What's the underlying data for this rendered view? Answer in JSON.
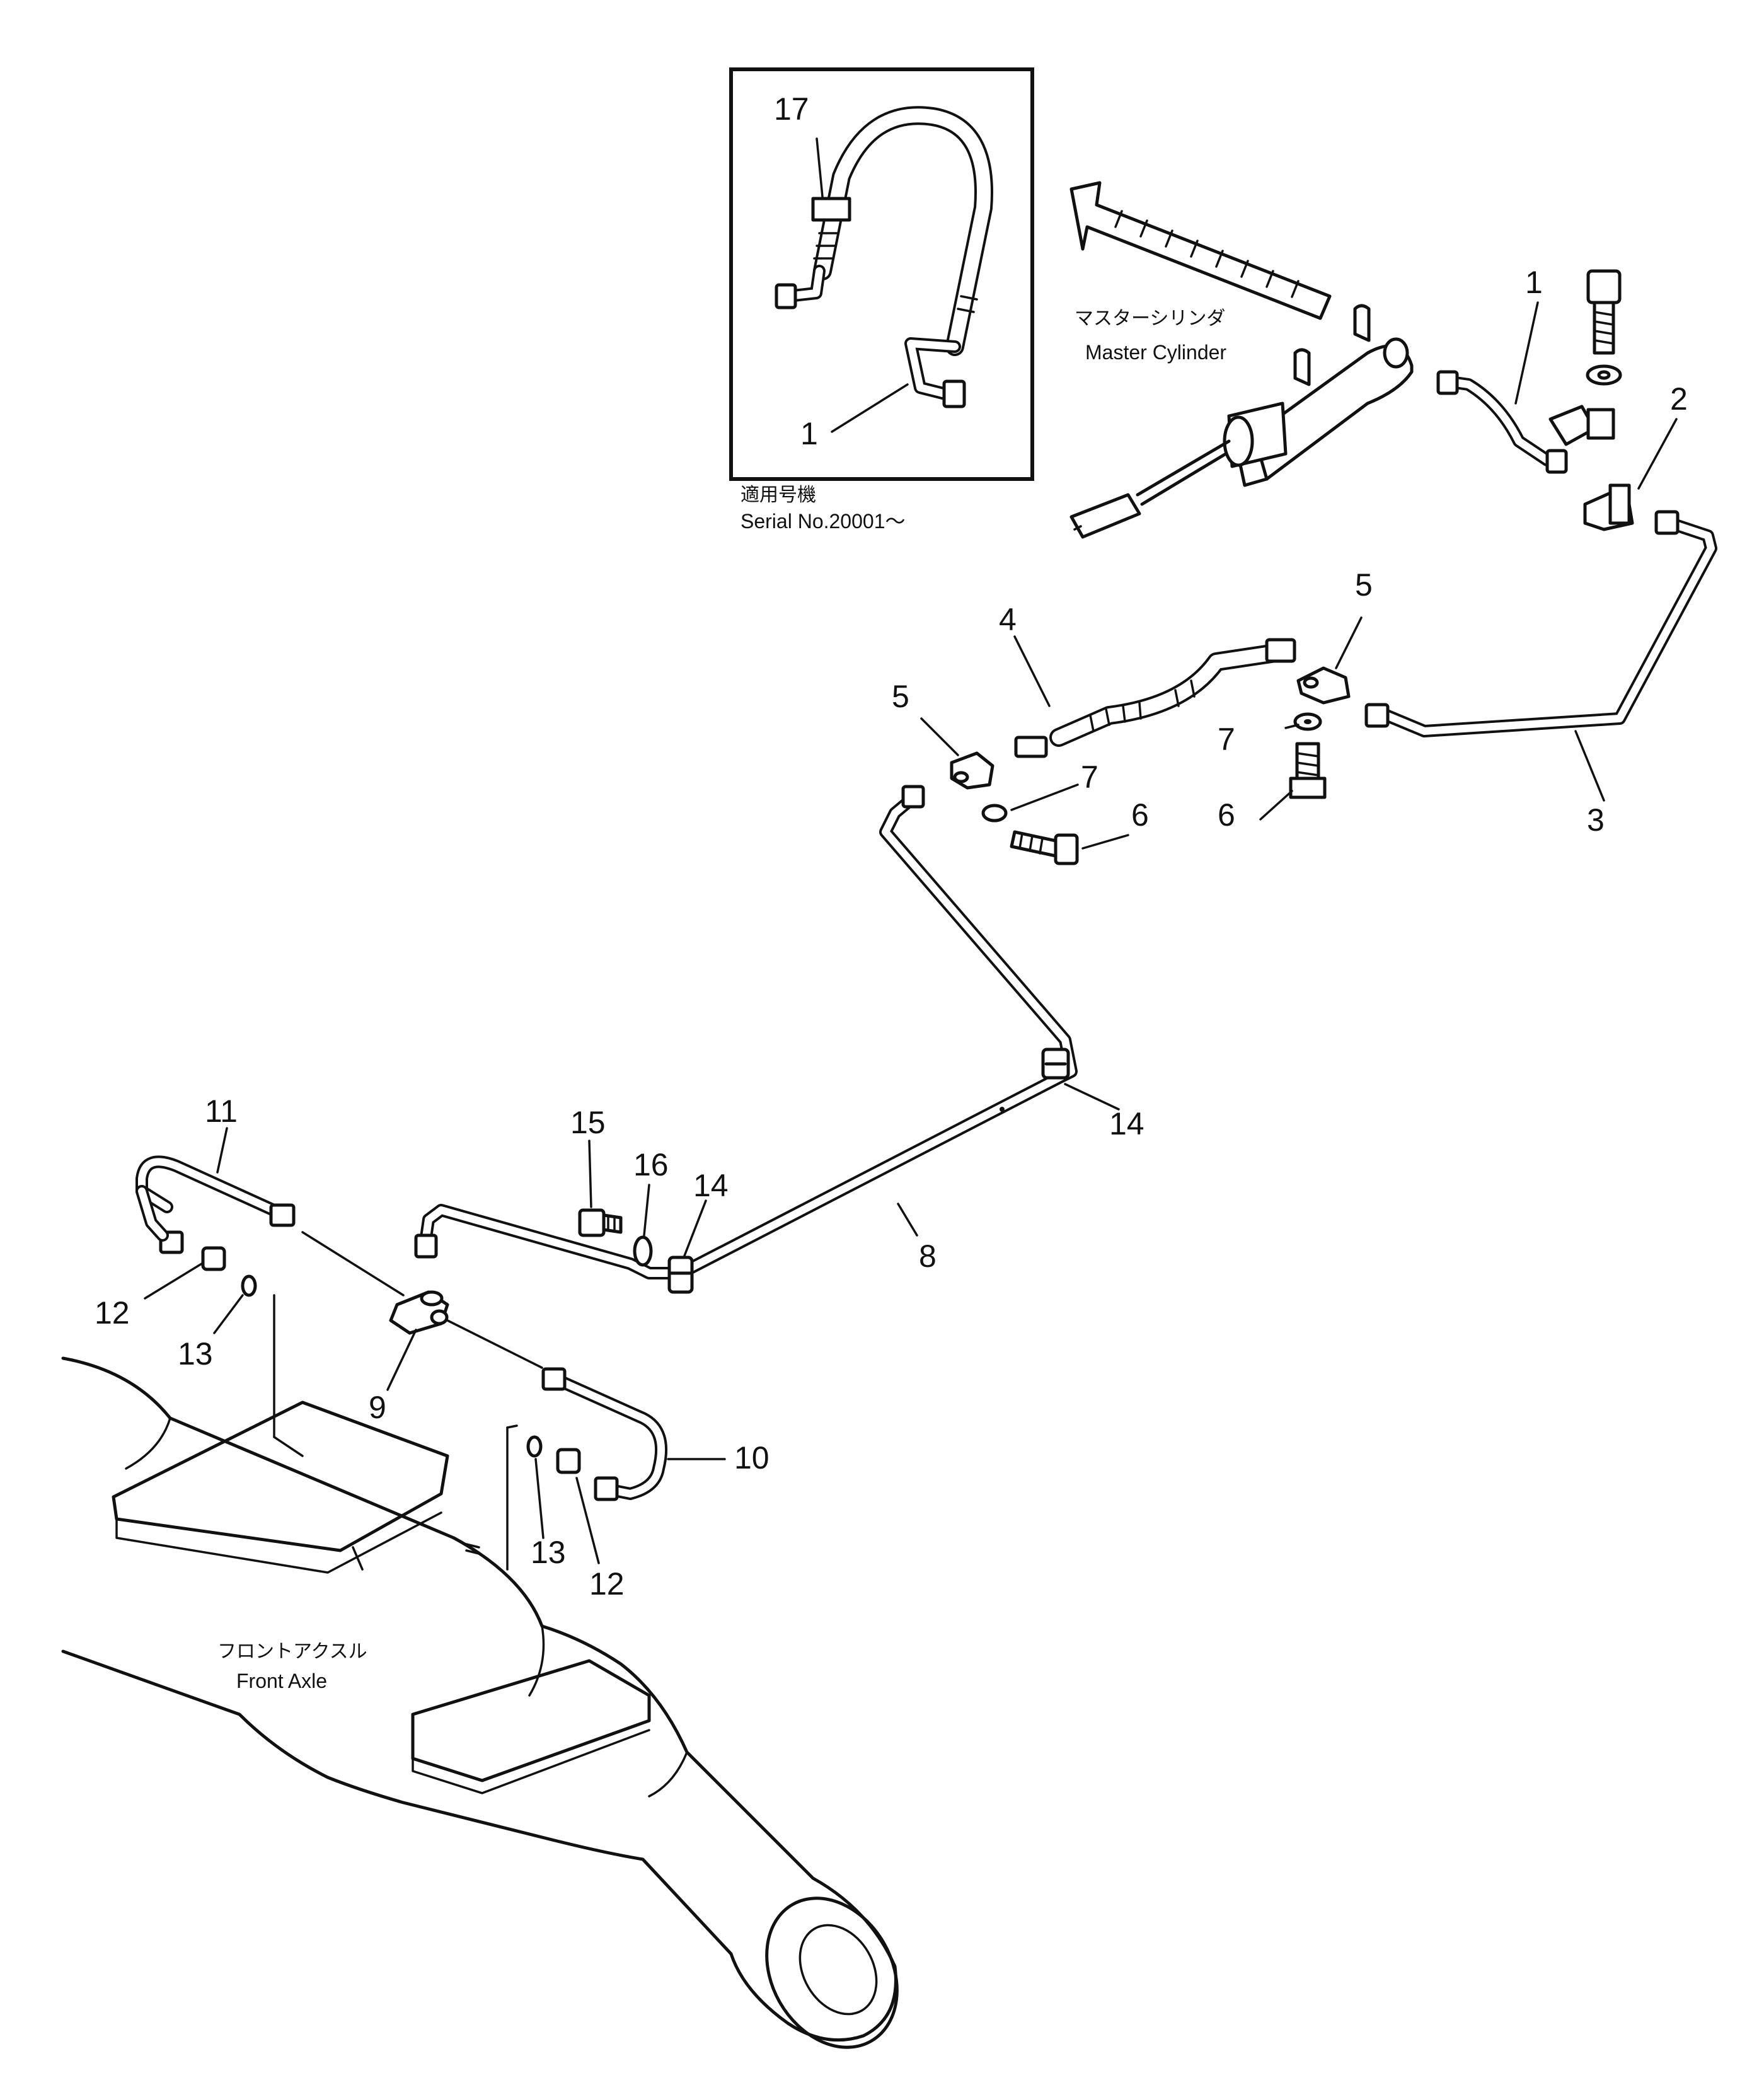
{
  "callouts": {
    "n1": "1",
    "n2": "2",
    "n3": "3",
    "n4": "4",
    "n5": "5",
    "n6": "6",
    "n7": "7",
    "n8": "8",
    "n9": "9",
    "n10": "10",
    "n11": "11",
    "n12": "12",
    "n13": "13",
    "n14": "14",
    "n15": "15",
    "n16": "16",
    "n17": "17"
  },
  "labels": {
    "master_cylinder_jp": "マスターシリンダ",
    "master_cylinder_en": "Master Cylinder",
    "front_axle_jp": "フロントアクスル",
    "front_axle_en": "Front Axle",
    "serial_jp": "適用号機",
    "serial_en": "Serial No.20001～"
  }
}
